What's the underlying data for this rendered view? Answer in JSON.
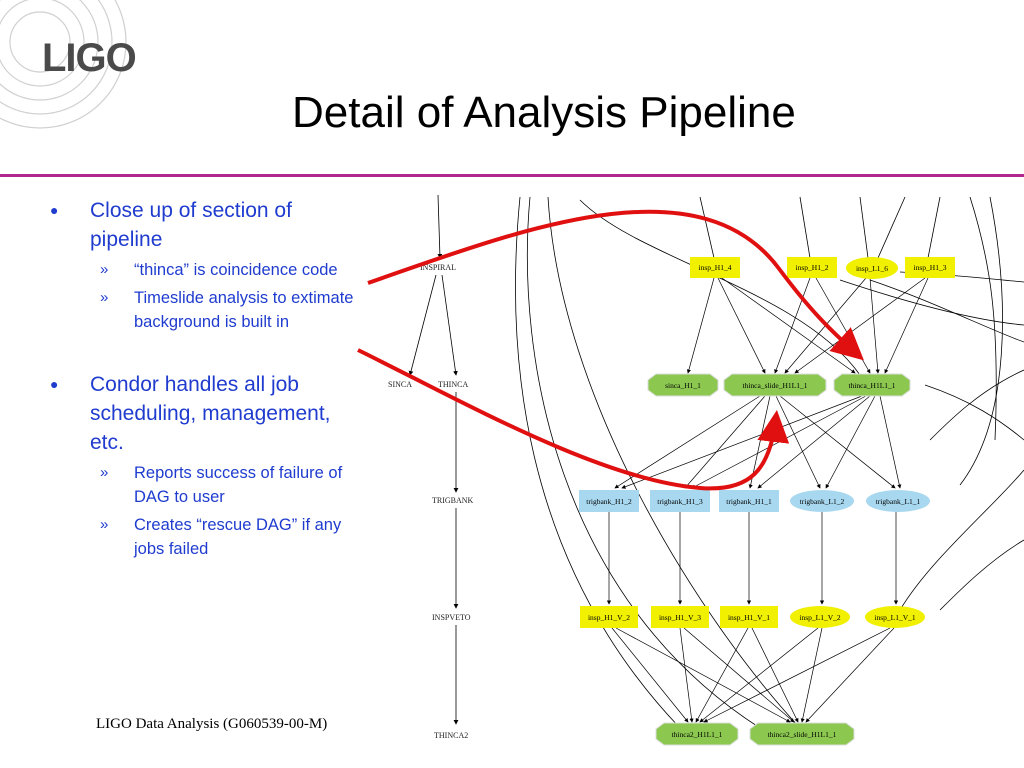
{
  "logo": {
    "text": "LIGO"
  },
  "title": "Detail of Analysis Pipeline",
  "bullets": [
    {
      "text": "Close up of section of pipeline",
      "subs": [
        "“thinca” is coincidence code",
        "Timeslide analysis to extimate background is built in"
      ]
    },
    {
      "text": "Condor handles all job scheduling, management, etc.",
      "subs": [
        "Reports success of failure of DAG to user",
        "Creates “rescue DAG” if any jobs failed"
      ]
    }
  ],
  "markers": {
    "bullet": "●",
    "sub": "»"
  },
  "footer": "LIGO Data Analysis (G060539-00-M)",
  "diagram": {
    "chain": [
      "INSPIRAL",
      "SINCA",
      "THINCA",
      "TRIGBANK",
      "INSPVETO",
      "THINCA2"
    ],
    "row1": [
      "insp_H1_4",
      "insp_H1_2",
      "insp_L1_6",
      "insp_H1_3"
    ],
    "row2": [
      "sinca_H1_1",
      "thinca_slide_H1L1_1",
      "thinca_H1L1_1"
    ],
    "row3": [
      "trigbank_H1_2",
      "trigbank_H1_3",
      "trigbank_H1_1",
      "trigbank_L1_2",
      "trigbank_L1_1"
    ],
    "row4": [
      "insp_H1_V_2",
      "insp_H1_V_3",
      "insp_H1_V_1",
      "insp_L1_V_2",
      "insp_L1_V_1"
    ],
    "row5": [
      "thinca2_H1L1_1",
      "thinca2_slide_H1L1_1"
    ]
  },
  "colors": {
    "accent_rule": "#b0288c",
    "text": "#1f3ccf",
    "arrow": "#e01010",
    "yellow_node": "#f0f000",
    "green_node": "#8cc850",
    "blue_node": "#a8d8f0"
  }
}
